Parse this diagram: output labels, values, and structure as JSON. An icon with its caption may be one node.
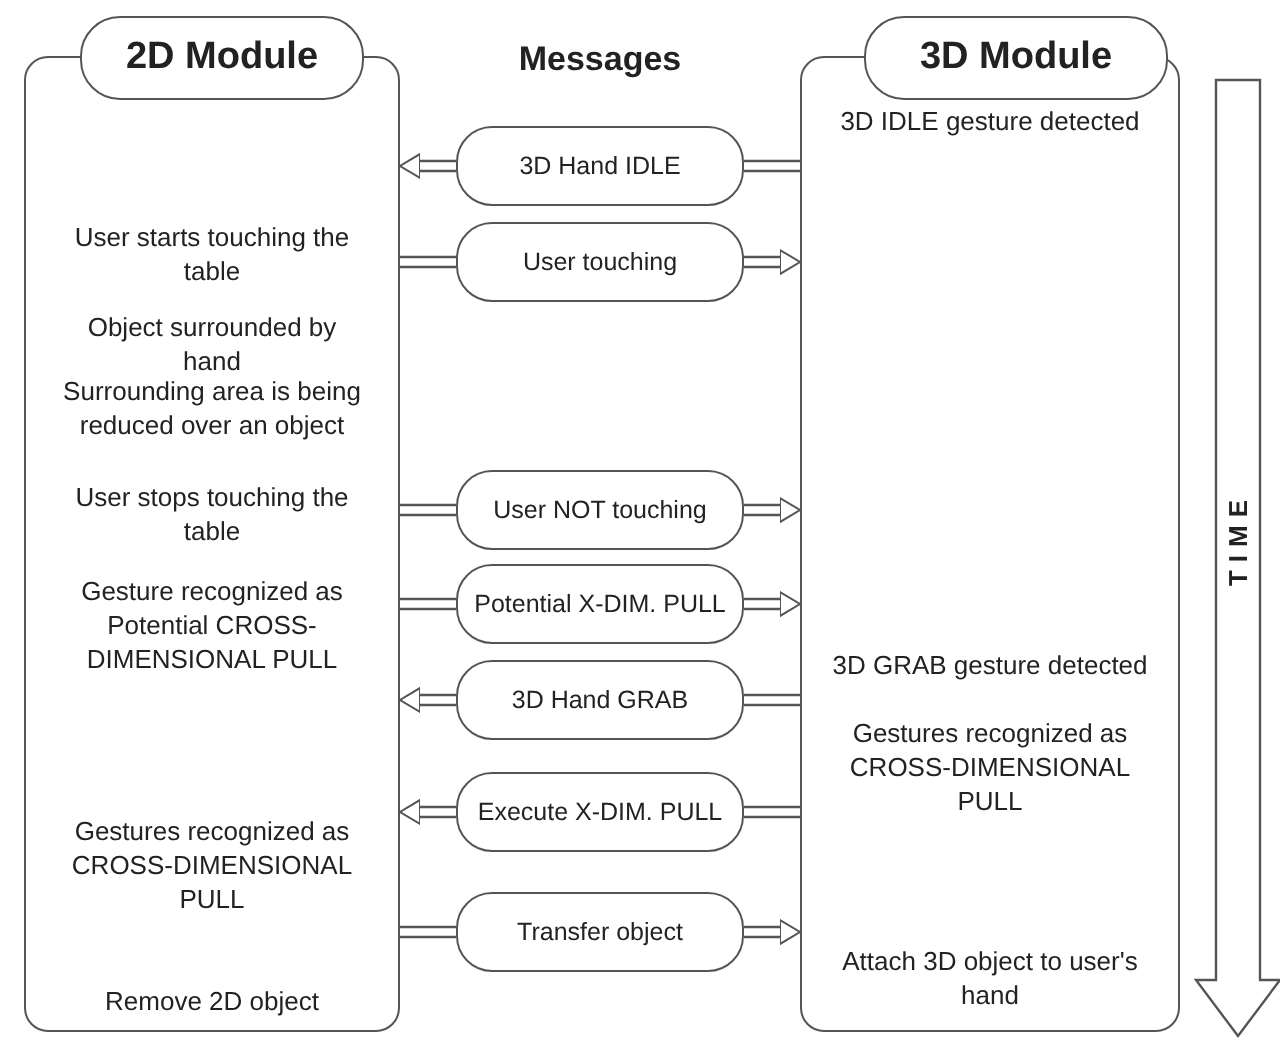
{
  "diagram": {
    "nodes": [
      {
        "text": [
          "2D Module",
          "User starts touching the table",
          "Object surrounded by hand",
          "Surrounding area is being reduced over an object",
          "User stops touching the table",
          "Gesture recognized as Potential CROSS-DIMENSIONAL PULL",
          "Gestures recognized as CROSS-DIMENSIONAL PULL",
          "Remove 2D object"
        ]
      },
      {
        "text": [
          "3D Module",
          "3D IDLE gesture detected",
          "3D GRAB gesture detected",
          "Gestures recognized as CROSS-DIMENSIONAL PULL",
          "Attach 3D object to user's hand"
        ]
      },
      {
        "text": [
          "3D Hand IDLE"
        ]
      },
      {
        "text": [
          "User touching"
        ]
      },
      {
        "text": [
          "User NOT touching"
        ]
      },
      {
        "text": [
          "Potential X-DIM. PULL"
        ]
      },
      {
        "text": [
          "3D Hand GRAB"
        ]
      },
      {
        "text": [
          "Execute X-DIM. PULL"
        ]
      },
      {
        "text": [
          "Transfer object"
        ]
      }
    ],
    "edges": [
      {
        "from": 1,
        "to": 2,
        "arrow": "none"
      },
      {
        "from": 2,
        "to": 0,
        "arrow": "to"
      },
      {
        "from": 0,
        "to": 3,
        "arrow": "none"
      },
      {
        "from": 3,
        "to": 1,
        "arrow": "to"
      },
      {
        "from": 0,
        "to": 4,
        "arrow": "none"
      },
      {
        "from": 4,
        "to": 1,
        "arrow": "to"
      },
      {
        "from": 0,
        "to": 5,
        "arrow": "none"
      },
      {
        "from": 5,
        "to": 1,
        "arrow": "to"
      },
      {
        "from": 1,
        "to": 6,
        "arrow": "none"
      },
      {
        "from": 6,
        "to": 0,
        "arrow": "to"
      },
      {
        "from": 1,
        "to": 7,
        "arrow": "none"
      },
      {
        "from": 7,
        "to": 0,
        "arrow": "to"
      },
      {
        "from": 0,
        "to": 8,
        "arrow": "none"
      },
      {
        "from": 8,
        "to": 1,
        "arrow": "to"
      }
    ],
    "labels": [
      "Messages",
      "TIME"
    ]
  }
}
